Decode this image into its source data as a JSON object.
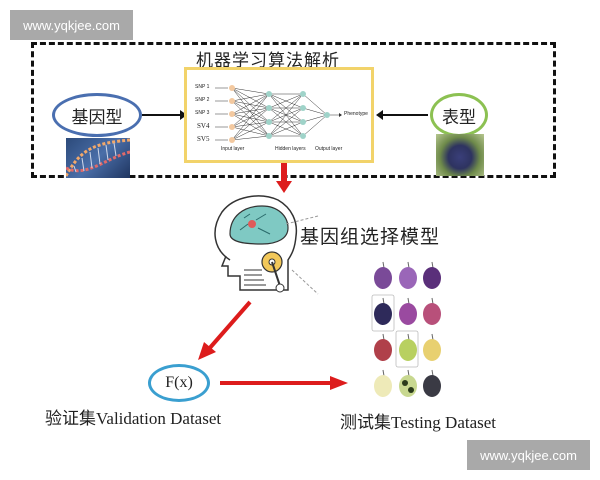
{
  "watermarks": {
    "top": "www.yqkjee.com",
    "bottom": "www.yqkjee.com"
  },
  "ml_section": {
    "title": "机器学习算法解析",
    "genotype_label": "基因型",
    "phenotype_label": "表型",
    "network": {
      "inputs": [
        "SNP 1",
        "SNP 2",
        "SNP 3",
        "SV4",
        "SV5"
      ],
      "output": "Phenotype",
      "layer_labels": [
        "Input layer",
        "Hidden layers",
        "Output layer"
      ]
    }
  },
  "model": {
    "label": "基因组选择模型"
  },
  "validation": {
    "fx": "F(x)",
    "label": "验证集Validation Dataset"
  },
  "testing": {
    "label": "测试集Testing Dataset"
  },
  "colors": {
    "genotype_ellipse": "#4a6fb0",
    "phenotype_ellipse": "#8cc152",
    "fx_ellipse": "#3a9fd0",
    "arrow_red": "#dd1c1c",
    "nn_box": "#f2d36a",
    "input_node": "#f3c9a0",
    "hidden_node": "#9fd3c9"
  }
}
